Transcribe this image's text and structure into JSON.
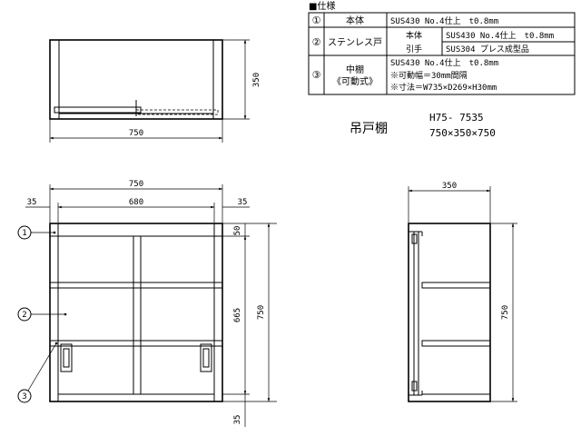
{
  "spec": {
    "heading": "■仕様",
    "rows": [
      {
        "no": "①",
        "item": "本体",
        "value": "SUS430 No.4仕上　t0.8mm"
      },
      {
        "no": "②",
        "item": "ステンレス戸",
        "sub": [
          {
            "part": "本体",
            "value": "SUS430 No.4仕上　t0.8mm"
          },
          {
            "part": "引手",
            "value": "SUS304 プレス成型品"
          }
        ]
      },
      {
        "no": "③",
        "item": "中棚",
        "item2": "《可動式》",
        "value": "SUS430 No.4仕上　t0.8mm",
        "note1": "※可動幅＝30mm間隔",
        "note2": "※寸法＝W735×D269×H30mm"
      }
    ]
  },
  "product": {
    "name": "吊戸棚",
    "model": "H75- 7535",
    "size": "750×350×750"
  },
  "dimensions": {
    "top_depth": "350",
    "top_width": "750",
    "front_width": "750",
    "front_inner": "680",
    "front_left": "35",
    "front_right": "35",
    "front_top": "50",
    "front_mid": "665",
    "front_height": "750",
    "front_bottom": "35",
    "side_depth": "350",
    "side_height": "750"
  },
  "callouts": [
    "1",
    "2",
    "3"
  ]
}
